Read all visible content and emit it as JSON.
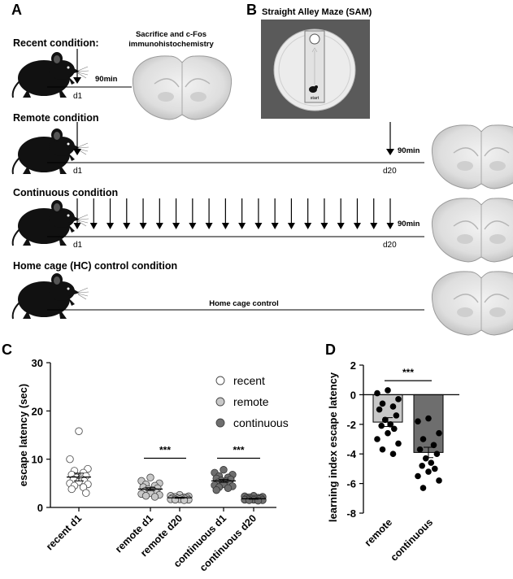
{
  "panels": {
    "a": "A",
    "b": "B",
    "c": "C",
    "d": "D"
  },
  "panel_a": {
    "recent": {
      "title": "Recent condition:",
      "day": "d1",
      "delay": "90min",
      "note_line1": "Sacrifice and c-Fos",
      "note_line2": "immunohistochemistry"
    },
    "remote": {
      "title": "Remote condition",
      "day_start": "d1",
      "day_end": "d20",
      "delay": "90min"
    },
    "continuous": {
      "title": "Continuous condition",
      "day_start": "d1",
      "day_end": "d20",
      "delay": "90min",
      "arrow_count": 20
    },
    "homecage": {
      "title": "Home cage (HC) control condition",
      "line_label": "Home cage control"
    }
  },
  "panel_b": {
    "title": "Straight Alley Maze (SAM)",
    "start_label": "start"
  },
  "chart_data": [
    {
      "id": "C",
      "type": "scatter",
      "ylabel": "escape latency (sec)",
      "ylim": [
        0,
        30
      ],
      "yticks": [
        0,
        10,
        20,
        30
      ],
      "categories": [
        "recent d1",
        "remote d1",
        "remote d20",
        "continuous d1",
        "continuous d20"
      ],
      "legend": [
        {
          "name": "recent",
          "color": "#ffffff"
        },
        {
          "name": "remote",
          "color": "#c8c8c8"
        },
        {
          "name": "continuous",
          "color": "#6e6e6e"
        }
      ],
      "series": [
        {
          "category": "recent d1",
          "group": "recent",
          "mean": 6.3,
          "sem": 0.8,
          "values": [
            15.8,
            10.0,
            8.0,
            7.6,
            7.2,
            6.8,
            6.5,
            6.2,
            6.0,
            5.8,
            5.5,
            5.3,
            5.0,
            4.8,
            4.5,
            4.2,
            3.8,
            3.0
          ]
        },
        {
          "category": "remote d1",
          "group": "remote",
          "mean": 3.8,
          "sem": 0.3,
          "values": [
            6.2,
            5.5,
            5.0,
            4.8,
            4.5,
            4.2,
            4.0,
            3.8,
            3.6,
            3.4,
            3.2,
            3.0,
            2.8,
            2.6,
            2.4,
            2.2
          ]
        },
        {
          "category": "remote d20",
          "group": "remote",
          "mean": 2.0,
          "sem": 0.1,
          "values": [
            2.6,
            2.4,
            2.3,
            2.2,
            2.1,
            2.0,
            2.0,
            1.9,
            1.9,
            1.8,
            1.8,
            1.7,
            1.7,
            1.6,
            1.6,
            1.5
          ]
        },
        {
          "category": "continuous d1",
          "group": "continuous",
          "mean": 5.5,
          "sem": 0.3,
          "values": [
            7.8,
            7.2,
            6.8,
            6.5,
            6.2,
            6.0,
            5.8,
            5.6,
            5.4,
            5.2,
            5.0,
            4.8,
            4.6,
            4.4,
            4.2,
            4.0,
            3.6
          ]
        },
        {
          "category": "continuous d20",
          "group": "continuous",
          "mean": 1.8,
          "sem": 0.1,
          "values": [
            2.4,
            2.3,
            2.2,
            2.1,
            2.0,
            1.9,
            1.9,
            1.8,
            1.8,
            1.7,
            1.7,
            1.6,
            1.6,
            1.5,
            1.5,
            1.4
          ]
        }
      ],
      "significance": [
        {
          "between": [
            "remote d1",
            "remote d20"
          ],
          "label": "***"
        },
        {
          "between": [
            "continuous d1",
            "continuous d20"
          ],
          "label": "***"
        }
      ]
    },
    {
      "id": "D",
      "type": "bar",
      "ylabel": "learning index escape latency",
      "ylim": [
        -8,
        2
      ],
      "yticks": [
        2,
        0,
        -2,
        -4,
        -6,
        -8
      ],
      "categories": [
        "remote",
        "continuous"
      ],
      "values": [
        -1.85,
        -3.9
      ],
      "sem": [
        0.3,
        0.35
      ],
      "bar_colors": [
        "#c8c8c8",
        "#6e6e6e"
      ],
      "points": [
        [
          0.3,
          0.1,
          -0.3,
          -0.6,
          -0.8,
          -1.0,
          -1.4,
          -1.7,
          -2.0,
          -2.1,
          -2.3,
          -2.6,
          -3.0,
          -3.3,
          -3.7,
          -4.0
        ],
        [
          -1.6,
          -1.8,
          -2.6,
          -3.0,
          -3.4,
          -3.7,
          -4.0,
          -4.3,
          -4.6,
          -4.8,
          -5.0,
          -5.2,
          -5.5,
          -5.8,
          -6.3
        ]
      ],
      "significance": {
        "between": [
          "remote",
          "continuous"
        ],
        "label": "***"
      }
    }
  ]
}
